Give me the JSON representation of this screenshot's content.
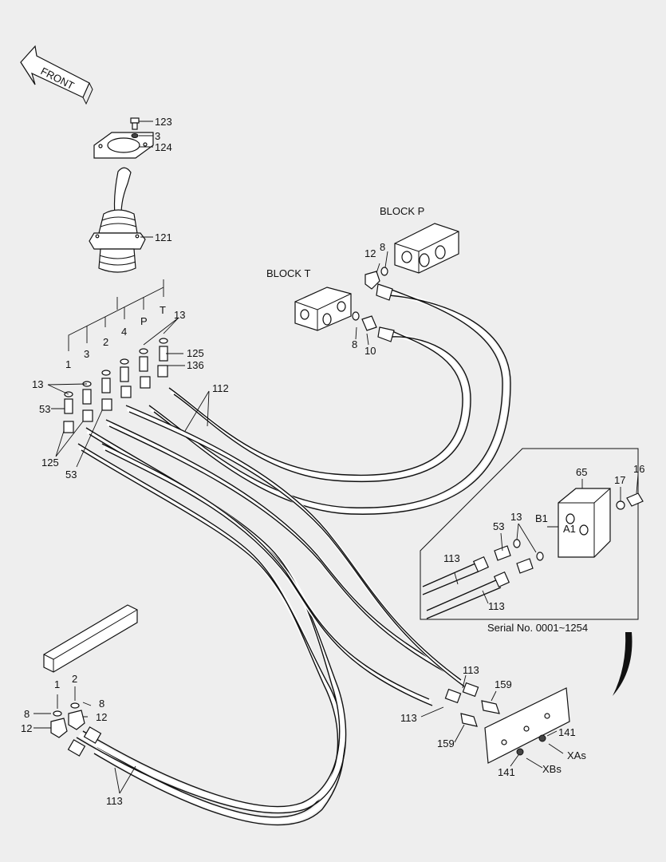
{
  "direction": {
    "label": "FRONT"
  },
  "blocks": {
    "block_p": "BLOCK  P",
    "block_t": "BLOCK  T"
  },
  "ports": {
    "p1": "1",
    "p2": "2",
    "p3": "3",
    "p4": "4",
    "pP": "P",
    "pT": "T",
    "b1": "1",
    "b2": "2",
    "inset_b1": "B1",
    "inset_a1": "A1",
    "xas": "XAs",
    "xbs": "XBs"
  },
  "parts": {
    "n123": "123",
    "n3": "3",
    "n124": "124",
    "n121": "121",
    "n12a": "12",
    "n8a": "8",
    "n8b": "8",
    "n10": "10",
    "n13a": "13",
    "n13b": "13",
    "n125a": "125",
    "n136": "136",
    "n112": "112",
    "n53a": "53",
    "n125b": "125",
    "n53b": "53",
    "n65": "65",
    "n16": "16",
    "n17": "17",
    "n53c": "53",
    "n13c": "13",
    "n113a": "113",
    "n113b": "113",
    "n8c": "8",
    "n8d": "8",
    "n12b": "12",
    "n12c": "12",
    "n113c": "113",
    "n113d": "113",
    "n113e": "113",
    "n159a": "159",
    "n159b": "159",
    "n141a": "141",
    "n141b": "141"
  },
  "inset": {
    "serial": "Serial No. 0001~1254"
  }
}
